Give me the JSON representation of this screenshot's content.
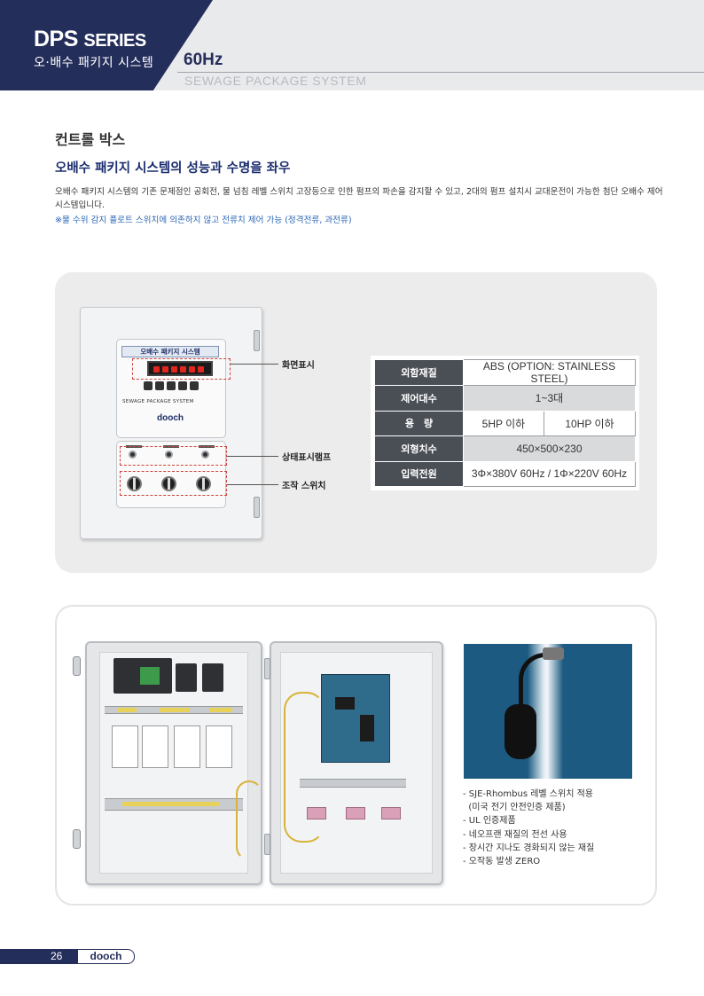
{
  "header": {
    "series_main": "DPS",
    "series_suffix": "SERIES",
    "subtitle": "오·배수 패키지 시스템",
    "hz": "60Hz",
    "english": "SEWAGE PACKAGE SYSTEM"
  },
  "section": {
    "title": "컨트롤 박스",
    "subtitle": "오배수 패키지 시스템의 성능과 수명을 좌우",
    "description": "오배수 패키지 시스템의 기존 문제점인 공회전, 물 넘침 레벨 스위치 고장등으로 인한 펌프의 파손을 감지할 수 있고, 2대의 펌프 설치시 교대운전이 가능한 첨단 오배수 제어 시스템입니다.",
    "note": "※물 수위 감지 플로트 스위치에 의존하지 않고 전류치 제어 가능 (정격전류, 과전류)"
  },
  "device": {
    "panel_title": "오배수 패키지 시스템",
    "brand_text": "SEWAGE PACKAGE SYSTEM",
    "logo": "dooch"
  },
  "callouts": {
    "display": "화면표시",
    "lamp": "상태표시램프",
    "switch": "조작 스위치"
  },
  "spec": {
    "material_label": "외함재질",
    "material_value": "ABS (OPTION: STAINLESS STEEL)",
    "count_label": "제어대수",
    "count_value": "1~3대",
    "capacity_label": "용　량",
    "capacity_value_1": "5HP 이하",
    "capacity_value_2": "10HP 이하",
    "dimension_label": "외형치수",
    "dimension_value": "450×500×230",
    "power_label": "입력전원",
    "power_value": "3Φ×380V 60Hz / 1Φ×220V 60Hz"
  },
  "features": [
    "- SJE-Rhombus 레벨 스위치 적용",
    "  (미국 전기 안전인증 제품)",
    "- UL 인증제품",
    "- 네오프랜 재질의 전선 사용",
    "- 장시간 지나도 경화되지 않는 재질",
    "- 오작동 발생 ZERO"
  ],
  "footer": {
    "page": "26",
    "logo": "dooch"
  },
  "colors": {
    "navy": "#242e5a",
    "accent_blue": "#1a2c6e",
    "note_blue": "#2a65b5",
    "table_label": "#4a4e55"
  }
}
